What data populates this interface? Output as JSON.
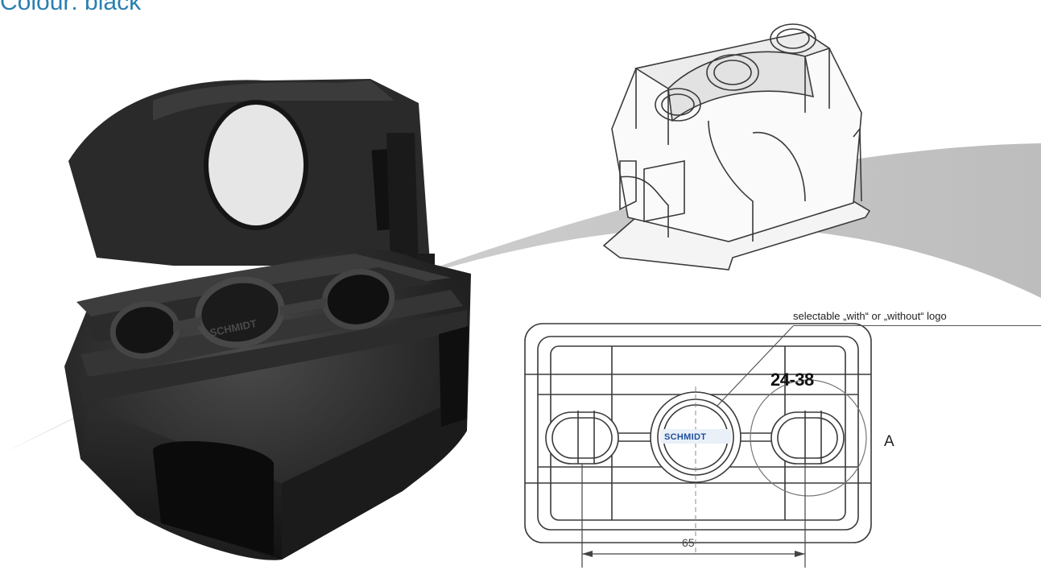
{
  "page": {
    "heading": "Colour: black"
  },
  "annotations": {
    "logo_note": "selectable „with“ or „without“ logo",
    "detail_marker": "A",
    "dimension": "65",
    "size_marking": "24-38"
  },
  "logos": {
    "drawing_logo": "SCHMIDT",
    "embossed_logo": "SCHMIDT"
  },
  "colors": {
    "heading": "#2a7fb0",
    "product": "#262626",
    "swoosh": "#c9c9c9",
    "drawing_line": "#3a3a3a",
    "logo": "#1e4f9c"
  }
}
